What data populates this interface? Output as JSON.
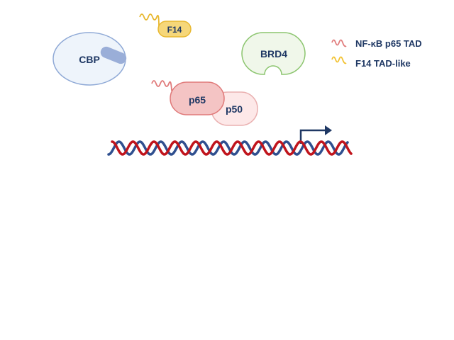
{
  "labels": {
    "cbp": "CBP",
    "f14": "F14",
    "brd4": "BRD4",
    "p65": "p65",
    "p50": "p50"
  },
  "legend": [
    {
      "label": "NF-κB p65 TAD",
      "color": "#e07a7a"
    },
    {
      "label": "F14 TAD-like",
      "color": "#f2c12e"
    }
  ],
  "colors": {
    "cbp_fill": "#eef4fb",
    "cbp_stroke": "#8fa9d6",
    "cbp_domain": "#9aaed8",
    "f14_fill": "#f6d77a",
    "f14_stroke": "#e8b830",
    "brd4_fill": "#f0f7ea",
    "brd4_stroke": "#8cc56f",
    "p65_fill": "#f4c4c4",
    "p65_stroke": "#e07a7a",
    "p50_fill": "#fde8e8",
    "p50_stroke": "#eab0b0",
    "dna_blue": "#2f4f8f",
    "dna_red": "#c0141c",
    "arrow": "#1f3864"
  }
}
